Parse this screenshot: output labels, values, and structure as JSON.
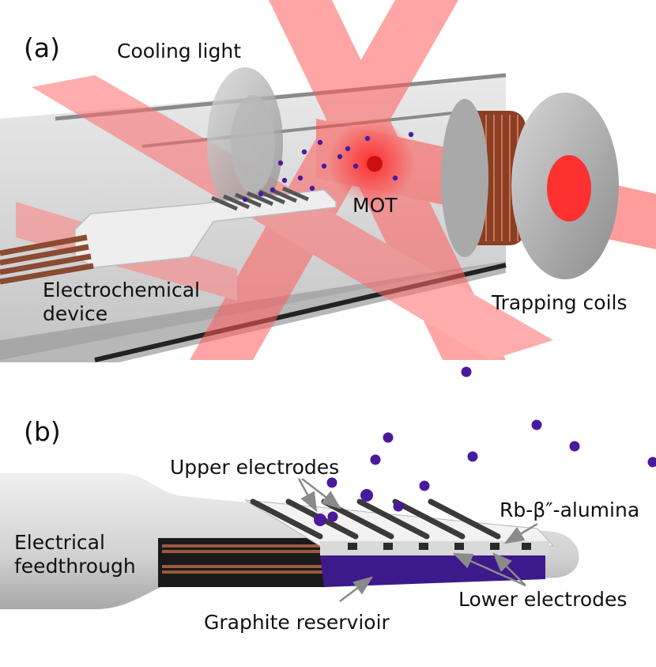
{
  "panel_a": {
    "tag": "(a)",
    "labels": {
      "cooling_light": "Cooling light",
      "mot": "MOT",
      "electrochemical_device": "Electrochemical\ndevice",
      "trapping_coils": "Trapping coils"
    }
  },
  "panel_b": {
    "tag": "(b)",
    "labels": {
      "upper_electrodes": "Upper electrodes",
      "rb_alumina": "Rb-β″-alumina",
      "electrical_feedthrough": "Electrical\nfeedthrough",
      "lower_electrodes": "Lower electrodes",
      "graphite_reservoir": "Graphite reservioir"
    }
  },
  "colors": {
    "laser_red": "#ff4d4d",
    "rubidium_atom": "#4a1a9c",
    "copper_wire": "#a0523a",
    "reservoir_purple": "#3d1a8c",
    "glass_grey": "#c8c8c8"
  }
}
